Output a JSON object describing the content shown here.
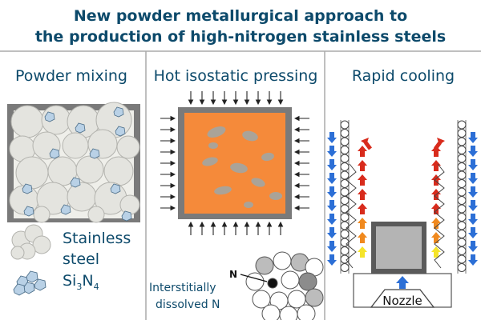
{
  "title": {
    "line1": "New powder metallurgical approach to",
    "line2": "the production of high-nitrogen stainless steels"
  },
  "panels": [
    {
      "heading": "Powder mixing"
    },
    {
      "heading": "Hot isostatic pressing"
    },
    {
      "heading": "Rapid cooling"
    }
  ],
  "legend": {
    "steel_line1": "Stainless",
    "steel_line2": "steel",
    "nitride_main": "Si",
    "nitride_sub1": "3",
    "nitride_mid": "N",
    "nitride_sub2": "4"
  },
  "hip": {
    "atom_label": "N",
    "caption_line1": "Interstitially",
    "caption_line2": "dissolved N"
  },
  "cooling": {
    "nozzle_label": "Nozzle"
  },
  "colors": {
    "title": "#0d4a6b",
    "heading": "#0d4a6b",
    "divider": "#aaaaaa",
    "frame": "#7a7a7a",
    "steel_particle": "#e4e4df",
    "nitride": "#b9d1e6",
    "hip_body": "#f58a3a",
    "hip_inclusion": "#aaa398",
    "cool_arrow_blue": "#2c6fd6",
    "heat_arrow_hot": "#d82b1c",
    "heat_arrow_warm": "#f0891e",
    "heat_arrow_mild": "#f5e42a"
  }
}
